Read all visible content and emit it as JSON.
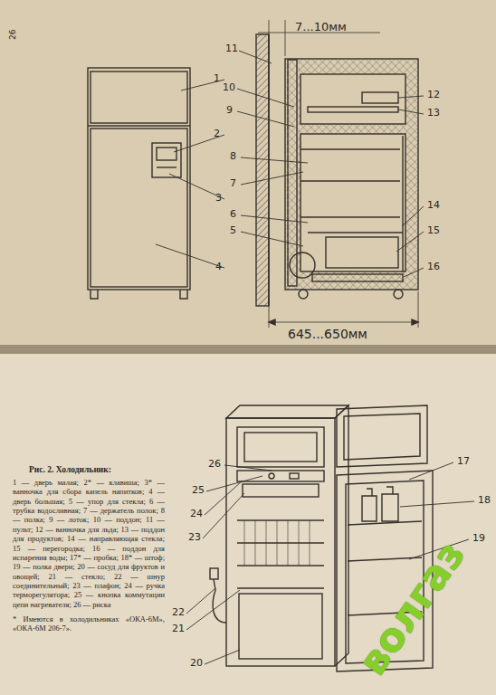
{
  "diagram": {
    "caption": "Рис. 2. Холодильник:",
    "labels": [
      "26",
      "7...10мм",
      "1",
      "2",
      "3",
      "4",
      "11",
      "10",
      "9",
      "8",
      "7",
      "6",
      "5",
      "12",
      "13",
      "14",
      "15",
      "16",
      "645...650мм",
      "26",
      "25",
      "24",
      "23",
      "22",
      "21",
      "20",
      "17",
      "18",
      "19",
      "1 — дверь малая; 2* — клавиша; 3* — ванночка для сбора капель напитков; 4 — дверь большая; 5 — упор для стекла; 6 — трубка водосливная; 7 — держатель полок; 8 — полка; 9 — лоток; 10 — поддон; 11 — пульт; 12 — ванночка для льда; 13 — поддон для продуктов; 14 — направляющая стекла; 15 — перегородка; 16 — поддон для испарения воды; 17* — пробка; 18* — штоф; 19 — полка двери; 20 — сосуд для фруктов и овощей; 21 — стекло; 22 — шнур соединительный; 23 — плафон; 24 — ручка терморегулятора; 25 — кнопка коммутации цепи нагревателя; 26 — риска",
      "* Имеются в холодильниках «ОКА-6М», «ОКА-6М 206-7».",
      "волгаз"
    ]
  }
}
